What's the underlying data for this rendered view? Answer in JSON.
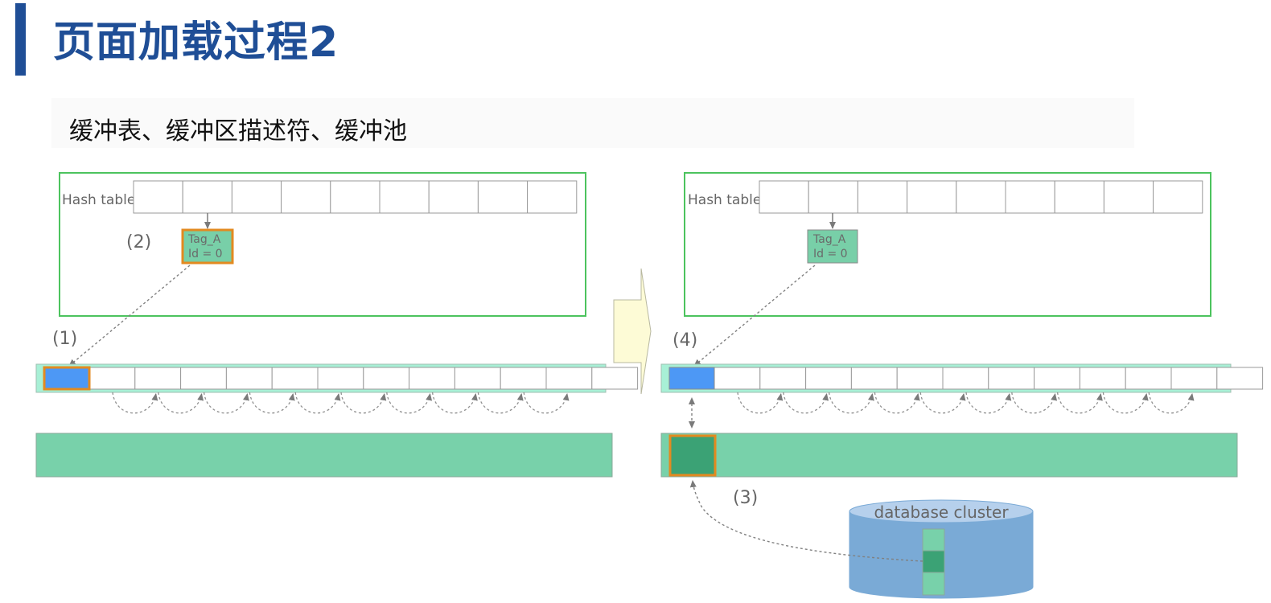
{
  "slide": {
    "title": "页面加载过程2",
    "subtitle": "缓冲表、缓冲区描述符、缓冲池"
  },
  "diagram": {
    "panels": [
      {
        "hash_label": "Hash table",
        "entry_tag": "Tag_A",
        "entry_id": "Id = 0",
        "step_entry": "(2)",
        "step_descriptor": "(1)"
      },
      {
        "hash_label": "Hash table",
        "entry_tag": "Tag_A",
        "entry_id": "Id = 0",
        "step_descriptor": "(4)",
        "step_load": "(3)",
        "database_label": "database cluster"
      }
    ],
    "colors": {
      "title": "#1f4e96",
      "frame": "#4cc35e",
      "hash_entry": "#78cfa8",
      "descriptor_bg": "#a8f0d6",
      "descriptor_active": "#4d98f5",
      "highlight": "#e38a20",
      "buffer_pool": "#78d1aa",
      "buffer_page": "#3ba275",
      "database": "#7aaad6",
      "database_top": "#b6d0ec",
      "transition_arrow": "#fdfbd6"
    }
  }
}
